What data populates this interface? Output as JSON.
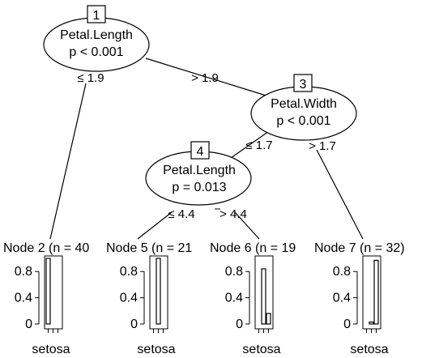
{
  "inner_nodes": [
    {
      "id": "1",
      "variable": "Petal.Length",
      "pvalue": "p < 0.001"
    },
    {
      "id": "3",
      "variable": "Petal.Width",
      "pvalue": "p < 0.001"
    },
    {
      "id": "4",
      "variable": "Petal.Length",
      "pvalue": "p = 0.013"
    }
  ],
  "split_labels": {
    "n1_left": "≤ 1.9",
    "n1_right": "> 1.9",
    "n3_left": "≤ 1.7",
    "n3_right": "> 1.7",
    "n4_left": "≤ 4.4",
    "n4_right": "> 4.4"
  },
  "terminal_nodes": [
    {
      "title": "Node 2 (n = 40",
      "category": "setosa",
      "values": [
        1.0,
        0.0,
        0.0
      ]
    },
    {
      "title": "Node 5 (n = 21",
      "category": "setosa",
      "values": [
        0.0,
        1.0,
        0.0
      ]
    },
    {
      "title": "Node 6 (n = 19",
      "category": "setosa",
      "values": [
        0.0,
        0.84,
        0.16
      ]
    },
    {
      "title": "Node 7 (n = 32)",
      "category": "setosa",
      "values": [
        0.0,
        0.03,
        0.97
      ]
    }
  ],
  "yaxis_ticks": [
    "0.8",
    "0.4",
    "0"
  ],
  "ytick_values": [
    0.8,
    0.4,
    0
  ]
}
